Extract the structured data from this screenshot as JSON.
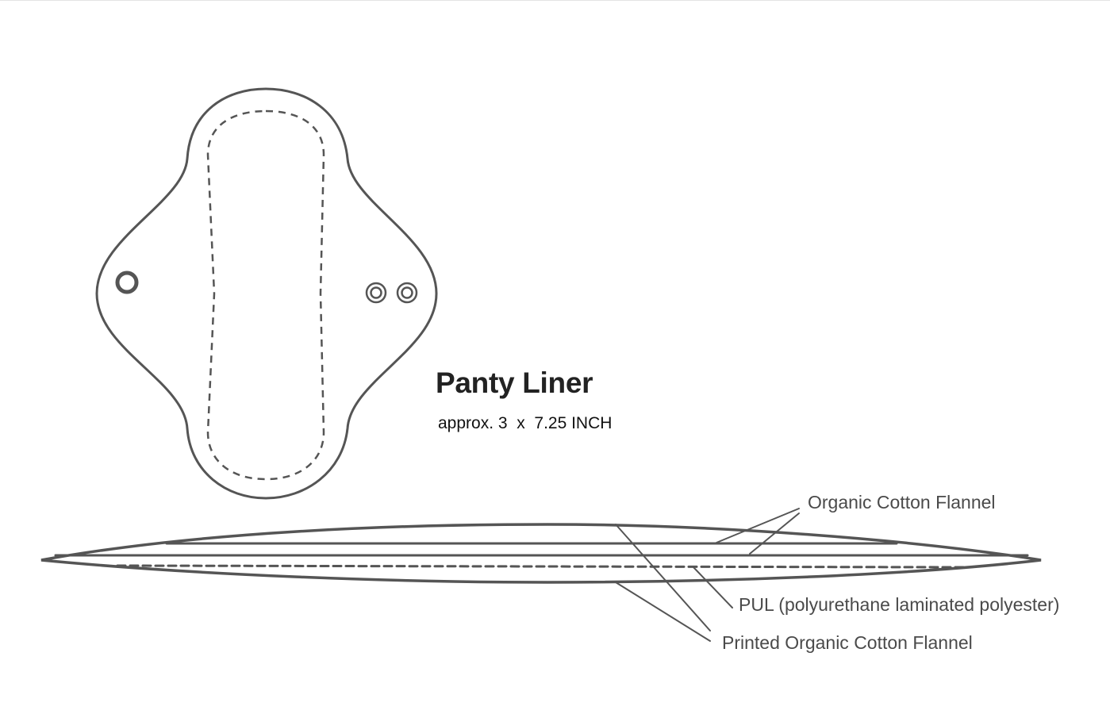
{
  "product": {
    "name": "Panty Liner",
    "size": "approx. 3  x  7.25 INCH"
  },
  "layers": [
    {
      "label": "Organic Cotton Flannel"
    },
    {
      "label": "PUL (polyurethane laminated polyester)"
    },
    {
      "label": "Printed Organic Cotton Flannel"
    }
  ],
  "colors": {
    "stroke": "#555555",
    "title": "#222222",
    "label": "#4a4a4a"
  }
}
